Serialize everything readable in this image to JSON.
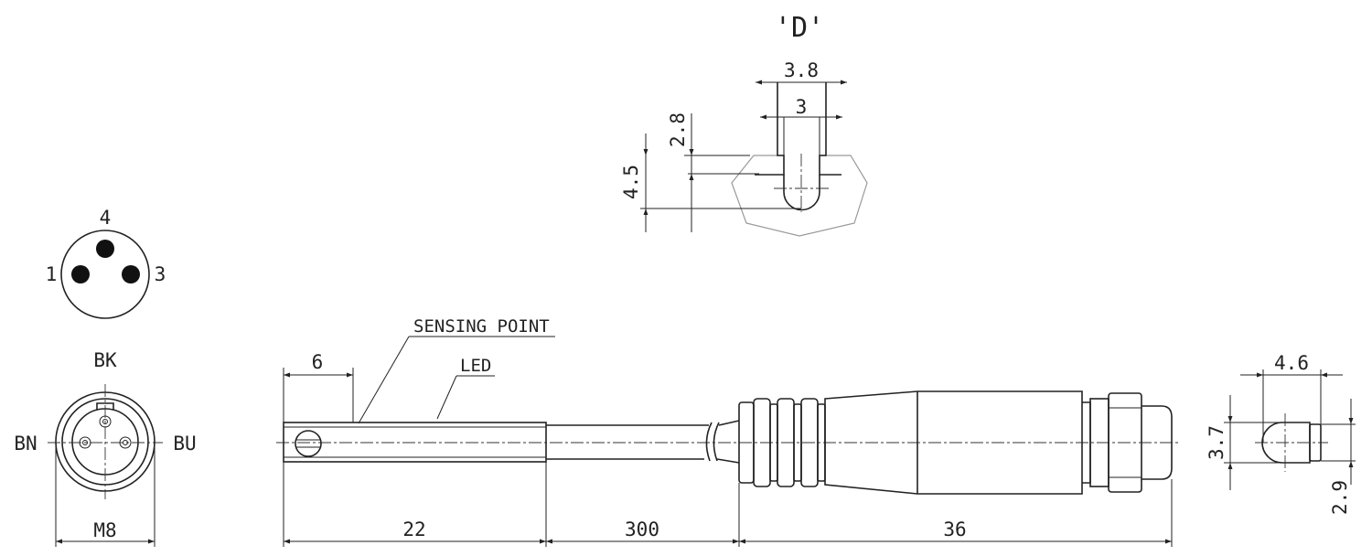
{
  "detail": {
    "title": "'D'",
    "dim_slot_outer": "3.8",
    "dim_slot_inner": "3",
    "dim_depth_top": "2.8",
    "dim_depth_total": "4.5"
  },
  "pinout": {
    "pin4": "4",
    "pin1": "1",
    "pin3": "3"
  },
  "connector": {
    "top_color": "BK",
    "left_color": "BN",
    "right_color": "BU",
    "thread": "M8"
  },
  "side_view": {
    "sensing_point": "SENSING POINT",
    "led": "LED",
    "dim_offset": "6",
    "dim_body": "22",
    "dim_cable": "300",
    "dim_connector": "36"
  },
  "end_view": {
    "dim_width": "4.6",
    "dim_height": "3.7",
    "dim_small": "2.9"
  }
}
